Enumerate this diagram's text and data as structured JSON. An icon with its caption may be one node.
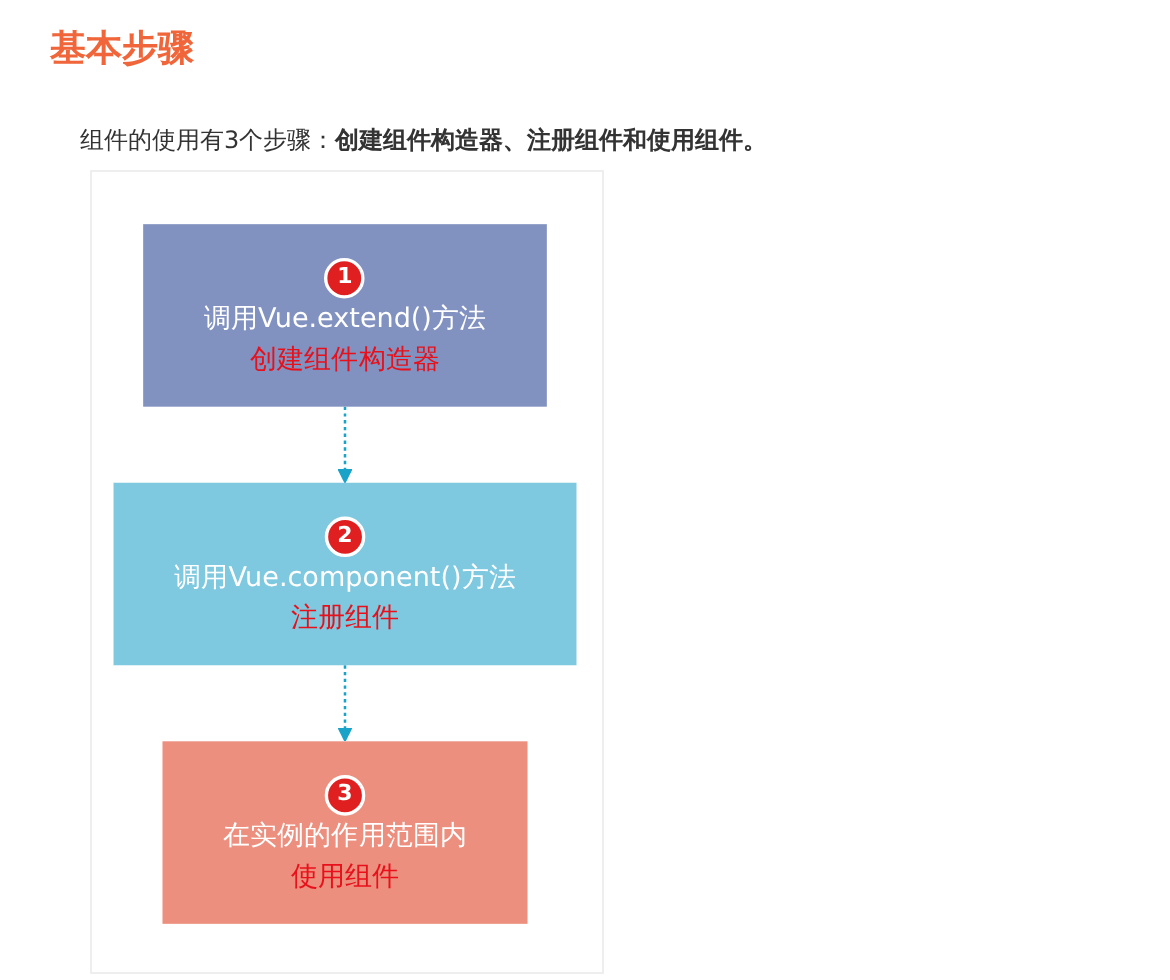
{
  "diagram": {
    "title": "基本步骤",
    "nodes": [
      {
        "text": [
          "1",
          "调用Vue.extend()方法",
          "创建组件构造器"
        ]
      },
      {
        "text": [
          "2",
          "调用Vue.component()方法",
          "注册组件"
        ]
      },
      {
        "text": [
          "3",
          "在实例的作用范围内",
          "使用组件"
        ]
      }
    ],
    "edges": [
      {
        "from": 0,
        "to": 1,
        "arrow": "to",
        "style": "dashed"
      },
      {
        "from": 1,
        "to": 2,
        "arrow": "to",
        "style": "dashed"
      }
    ],
    "labels": [
      "组件的使用有3个步骤：**创建组件构造器、注册组件和使用组件。**"
    ]
  }
}
